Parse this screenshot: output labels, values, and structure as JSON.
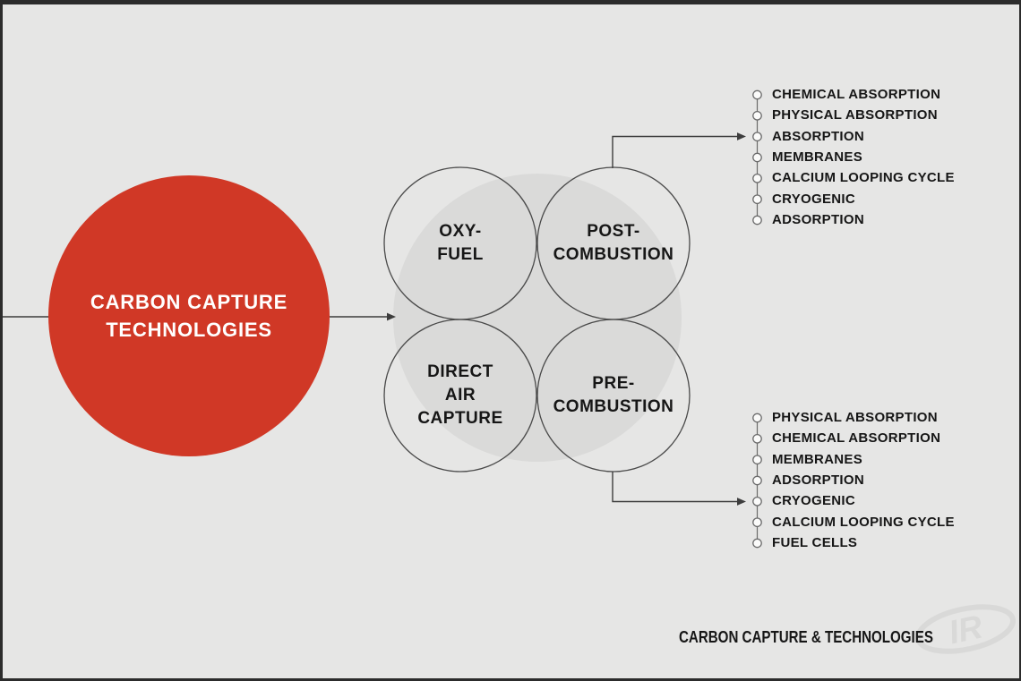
{
  "window": {
    "background": "#e6e6e5",
    "frame_color": "#2c2c2c"
  },
  "palette": {
    "accent_red": "#d03826",
    "halo_gray": "#dadad9",
    "text_dark": "#161616",
    "root_text": "#ffffff",
    "connector_dark": "#3d3d3d",
    "bullet_gray": "#6b6b6b",
    "logo_gray": "#d9d9d8"
  },
  "diagram": {
    "root": {
      "label": "CARBON CAPTURE TECHNOLOGIES"
    },
    "categories": [
      {
        "id": "oxy-fuel",
        "lines": [
          "OXY-",
          "FUEL"
        ]
      },
      {
        "id": "post-combustion",
        "lines": [
          "POST-",
          "COMBUSTION"
        ]
      },
      {
        "id": "direct-air-capture",
        "lines": [
          "DIRECT",
          "AIR",
          "CAPTURE"
        ]
      },
      {
        "id": "pre-combustion",
        "lines": [
          "PRE-",
          "COMBUSTION"
        ]
      }
    ],
    "post_combustion_techs": [
      "CHEMICAL ABSORPTION",
      "PHYSICAL ABSORPTION",
      "ABSORPTION",
      "MEMBRANES",
      "CALCIUM LOOPING CYCLE",
      "CRYOGENIC",
      "ADSORPTION"
    ],
    "pre_combustion_techs": [
      "PHYSICAL ABSORPTION",
      "CHEMICAL ABSORPTION",
      "MEMBRANES",
      "ADSORPTION",
      "CRYOGENIC",
      "CALCIUM LOOPING CYCLE",
      "FUEL CELLS"
    ]
  },
  "footer": {
    "caption": "CARBON CAPTURE & TECHNOLOGIES",
    "logo_monogram": "IR"
  }
}
